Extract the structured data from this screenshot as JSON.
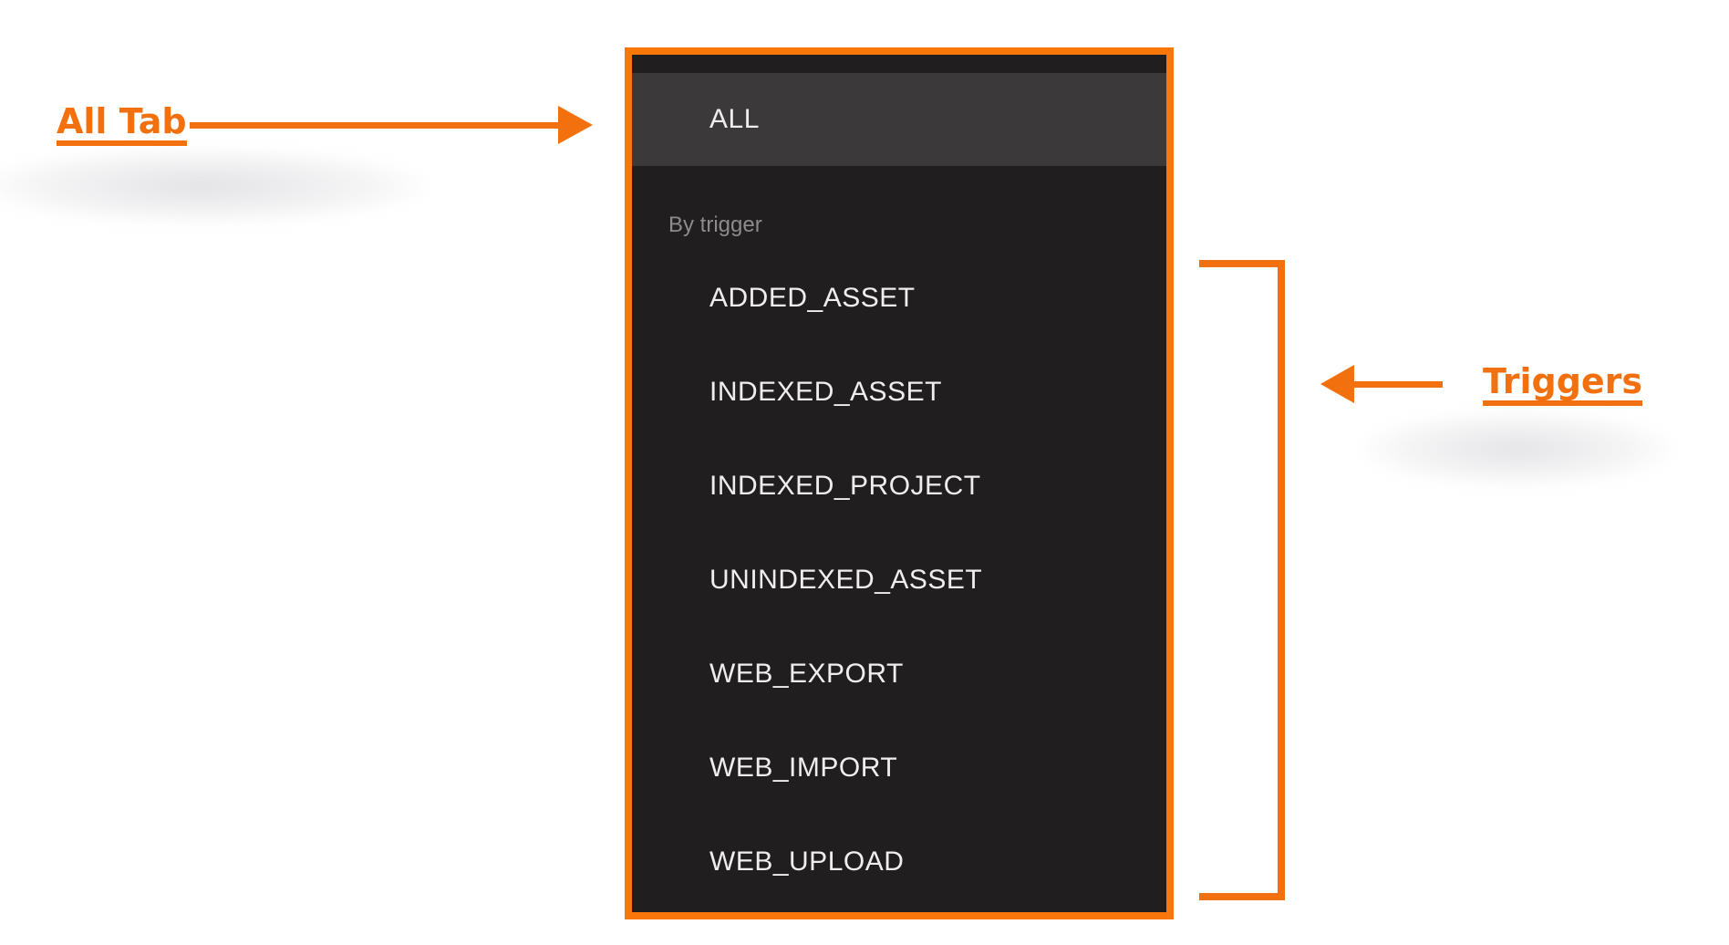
{
  "annotations": {
    "all_tab_label": "All Tab",
    "triggers_label": "Triggers"
  },
  "menu": {
    "selected_item": "ALL",
    "group_label": "By trigger",
    "items": [
      "ADDED_ASSET",
      "INDEXED_ASSET",
      "INDEXED_PROJECT",
      "UNINDEXED_ASSET",
      "WEB_EXPORT",
      "WEB_IMPORT",
      "WEB_UPLOAD"
    ]
  },
  "colors": {
    "accent_orange": "#F2700D",
    "panel_border_orange": "#F8760A",
    "panel_bg": "#201E1E",
    "selected_row_bg": "#3B3939",
    "item_text": "#EFEDED",
    "group_label_text": "#8D8B8B"
  }
}
